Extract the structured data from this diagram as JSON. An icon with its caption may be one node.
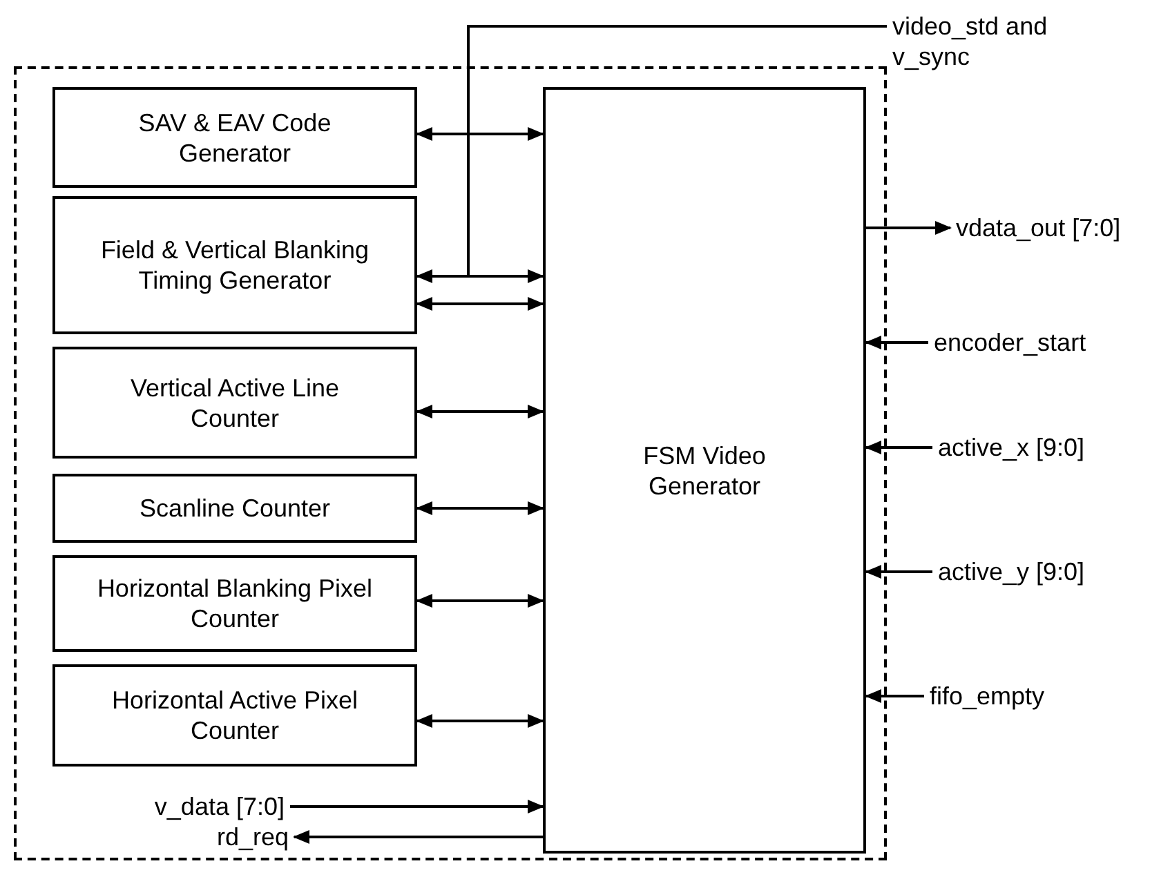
{
  "diagram": {
    "nodes": [
      {
        "text": [],
        "shape": "box"
      },
      {
        "text": [
          "SAV & EAV Code Generator"
        ],
        "in": 0
      },
      {
        "text": [
          "Field & Vertical Blanking Timing Generator"
        ],
        "in": 0
      },
      {
        "text": [
          "Vertical Active Line Counter"
        ],
        "in": 0
      },
      {
        "text": [
          "Scanline Counter"
        ],
        "in": 0
      },
      {
        "text": [
          "Horizontal Blanking Pixel Counter"
        ],
        "in": 0
      },
      {
        "text": [
          "Horizontal Active Pixel Counter"
        ],
        "in": 0
      },
      {
        "text": [
          "FSM Video Generator"
        ],
        "in": 0
      },
      {
        "text": [
          "video_std and v_sync"
        ]
      },
      {
        "text": [
          "vdata_out [7:0]"
        ]
      },
      {
        "text": [
          "encoder_start"
        ]
      },
      {
        "text": [
          "active_x [9:0]"
        ]
      },
      {
        "text": [
          "active_y [9:0]"
        ]
      },
      {
        "text": [
          "fifo_empty"
        ]
      },
      {
        "text": [
          "v_data [7:0]"
        ],
        "in": 0
      },
      {
        "text": [
          "rd_req"
        ],
        "in": 0
      }
    ],
    "edges": [
      {
        "from": 1,
        "to": 7,
        "arrow": "both"
      },
      {
        "from": 8,
        "to": 2,
        "arrow": "to"
      },
      {
        "from": 8,
        "to": 7,
        "arrow": "to"
      },
      {
        "from": 2,
        "to": 7,
        "arrow": "both"
      },
      {
        "from": 3,
        "to": 7,
        "arrow": "both"
      },
      {
        "from": 4,
        "to": 7,
        "arrow": "both"
      },
      {
        "from": 5,
        "to": 7,
        "arrow": "both"
      },
      {
        "from": 6,
        "to": 7,
        "arrow": "both"
      },
      {
        "from": 7,
        "to": 9,
        "arrow": "to"
      },
      {
        "from": 10,
        "to": 7,
        "arrow": "to"
      },
      {
        "from": 11,
        "to": 7,
        "arrow": "to"
      },
      {
        "from": 12,
        "to": 7,
        "arrow": "to"
      },
      {
        "from": 13,
        "to": 7,
        "arrow": "to"
      },
      {
        "from": 14,
        "to": 7,
        "arrow": "to"
      },
      {
        "from": 7,
        "to": 15,
        "arrow": "to"
      }
    ]
  }
}
